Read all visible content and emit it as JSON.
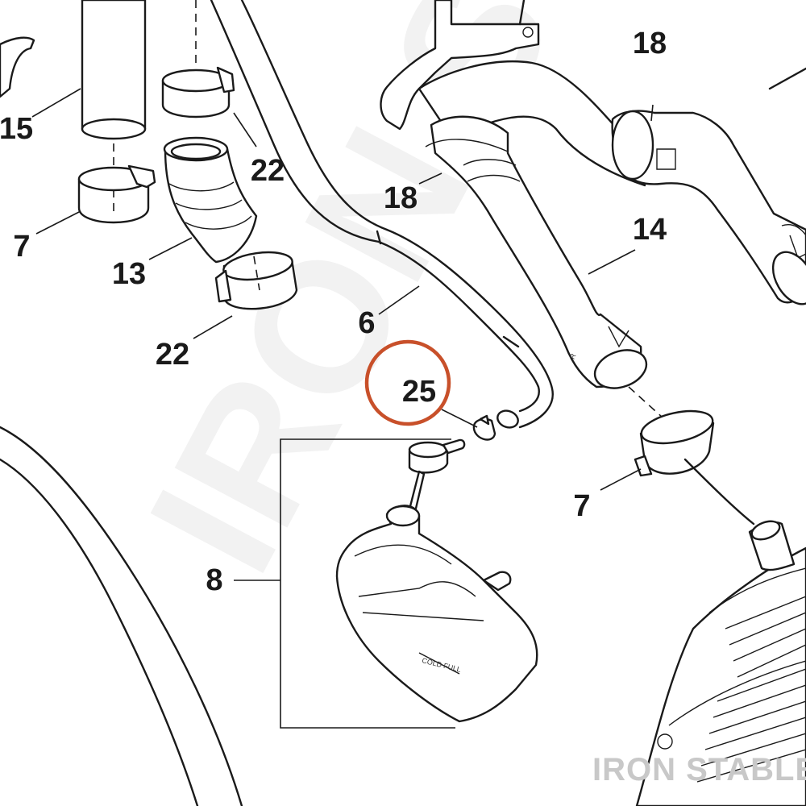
{
  "diagram": {
    "callouts": [
      {
        "id": "15",
        "label": "15"
      },
      {
        "id": "22a",
        "label": "22"
      },
      {
        "id": "7a",
        "label": "7"
      },
      {
        "id": "13",
        "label": "13"
      },
      {
        "id": "22b",
        "label": "22"
      },
      {
        "id": "18a",
        "label": "18"
      },
      {
        "id": "18b",
        "label": "18"
      },
      {
        "id": "14",
        "label": "14"
      },
      {
        "id": "6",
        "label": "6"
      },
      {
        "id": "25",
        "label": "25"
      },
      {
        "id": "7b",
        "label": "7"
      },
      {
        "id": "8",
        "label": "8"
      }
    ],
    "reservoir_marking": "COLD FULL",
    "highlight_color": "#c8502a",
    "watermark_text": "IRON STABLE",
    "hose_arrow_letter": "R"
  }
}
